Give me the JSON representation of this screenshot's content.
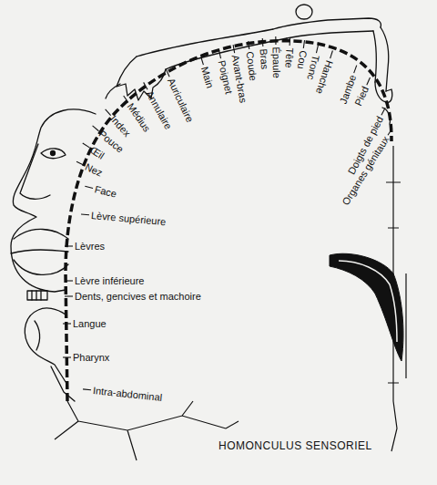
{
  "diagram": {
    "caption": "HOMONCULUS SENSORIEL",
    "labels": [
      "Organes génitaux",
      "Doigts de pied",
      "Pied",
      "Jambe",
      "Hanche",
      "Tronc",
      "Cou",
      "Tête",
      "Épaule",
      "Bras",
      "Coude",
      "Avant-bras",
      "Poignet",
      "Main",
      "Auriculaire",
      "Annulaire",
      "Médius",
      "Index",
      "Pouce",
      "Œil",
      "Nez",
      "Face",
      "Lèvre supérieure",
      "Lèvres",
      "Lèvre inférieure",
      "Dents, gencives et machoire",
      "Langue",
      "Pharynx",
      "Intra-abdominal"
    ]
  }
}
